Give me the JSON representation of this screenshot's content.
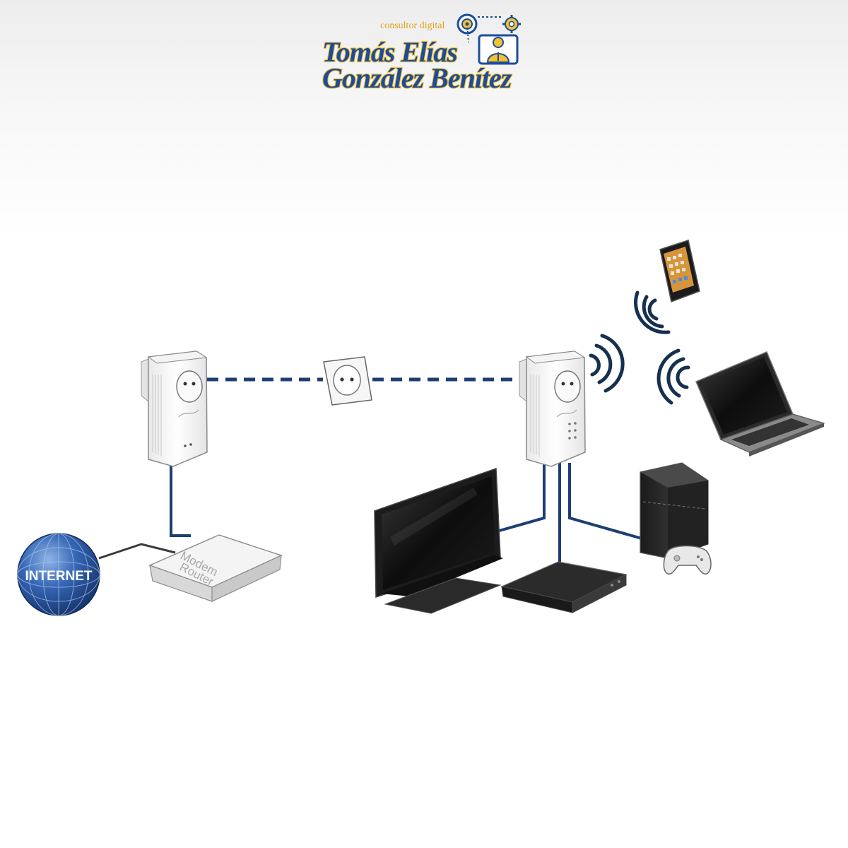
{
  "logo": {
    "tagline": "consultor digital",
    "name_line1": "Tomás Elías",
    "name_line2": "González Benítez"
  },
  "diagram": {
    "internet_label": "INTERNET",
    "router_label_line1": "Modem",
    "router_label_line2": "Router"
  },
  "colors": {
    "cable": "#1c3f73",
    "wifi_waves": "#16304f",
    "logo_blue": "#1d4c9c",
    "logo_gold": "#f2c230",
    "globe": "#2a5aa8"
  }
}
